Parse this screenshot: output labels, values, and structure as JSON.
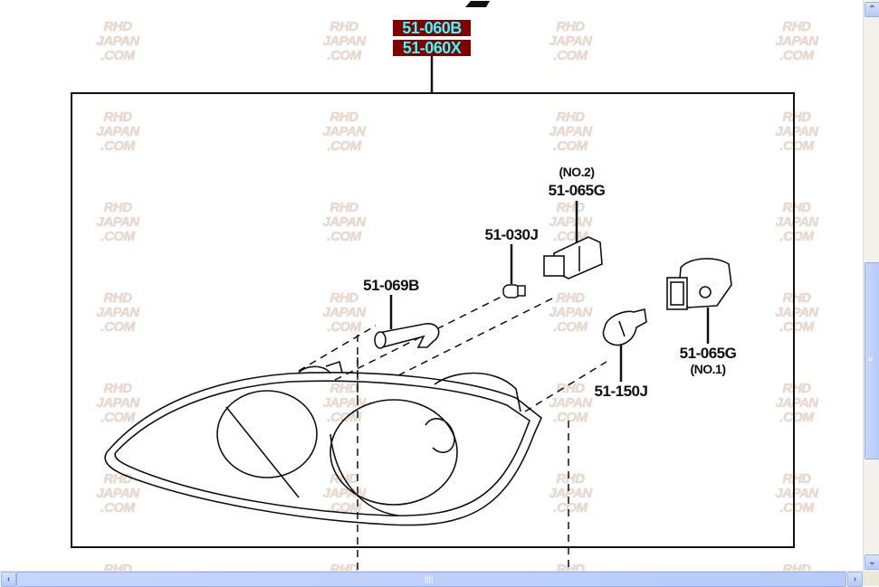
{
  "watermark": {
    "line1": "RHD",
    "line2": "JAPAN",
    "line3": ".COM"
  },
  "assembly": {
    "part_numbers": [
      "51-060B",
      "51-060X"
    ]
  },
  "callouts": {
    "socket_no2": {
      "qualifier": "(NO.2)",
      "part": "51-065G"
    },
    "bulb_small": {
      "part": "51-030J"
    },
    "hose": {
      "part": "51-069B"
    },
    "socket_no1": {
      "part": "51-065G",
      "qualifier": "(NO.1)"
    },
    "bulb_wedge": {
      "part": "51-150J"
    }
  },
  "scrollbars": {
    "up_icon": "chevron-up-icon",
    "down_icon": "chevron-down-icon",
    "left_icon": "chevron-left-icon",
    "right_icon": "chevron-right-icon"
  },
  "colors": {
    "header_bg": "#800000",
    "header_text": "#33ffff",
    "scroll_thumb": "#bccffa"
  }
}
